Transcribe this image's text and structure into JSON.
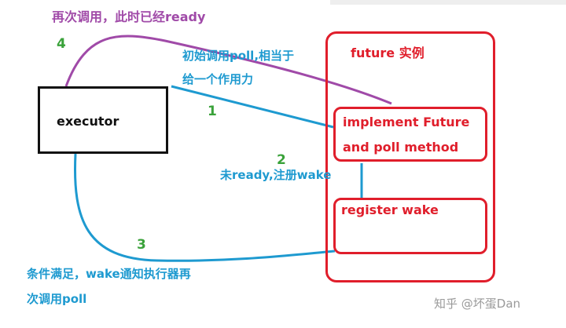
{
  "nodes": {
    "executor": "executor",
    "future_instance": "future 实例",
    "implement_line1": "implement Future",
    "implement_line2": "and poll method",
    "register_wake": "register wake"
  },
  "labels": {
    "step4_text": "再次调用，此时已经ready",
    "step1_text_line1": "初始调用poll,相当于",
    "step1_text_line2": "给一个作用力",
    "step2_text": "未ready,注册wake",
    "step3_text_line1": "条件满足，wake通知执行器再",
    "step3_text_line2": "次调用poll"
  },
  "step_numbers": {
    "n1": "1",
    "n2": "2",
    "n3": "3",
    "n4": "4"
  },
  "watermark": "知乎 @坏蛋Dan",
  "colors": {
    "purple": "#a04aa8",
    "blue": "#1e9ad0",
    "green": "#3aa23a",
    "red": "#e01e2b",
    "black": "#111111"
  }
}
